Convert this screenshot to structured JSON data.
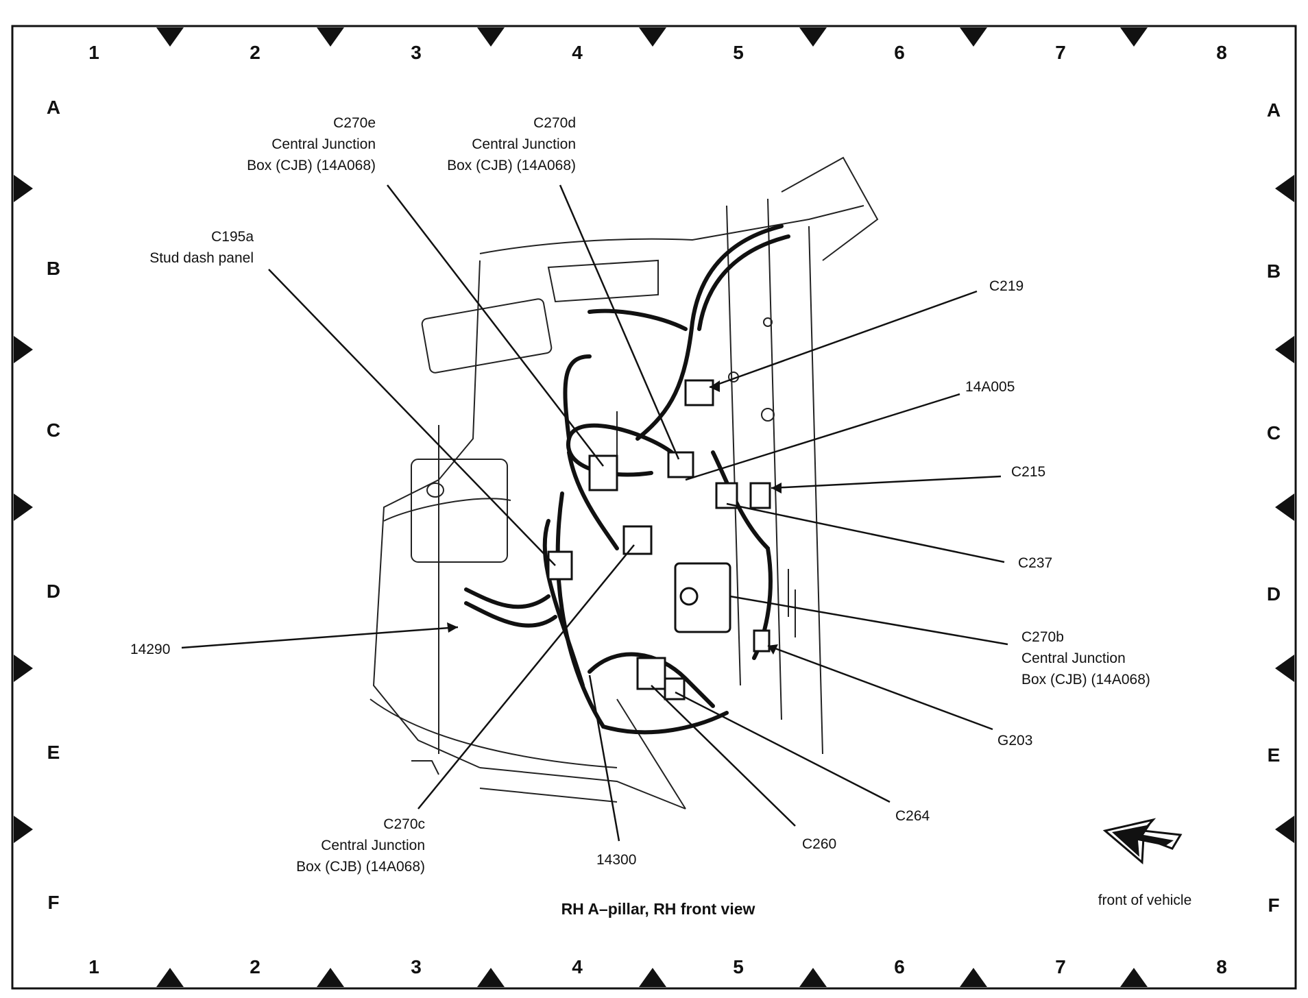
{
  "columns": [
    "1",
    "2",
    "3",
    "4",
    "5",
    "6",
    "7",
    "8"
  ],
  "rows": [
    "A",
    "B",
    "C",
    "D",
    "E",
    "F"
  ],
  "title": "RH A–pillar, RH front view",
  "front_label": "front of vehicle",
  "labels": {
    "c270e": [
      "C270e",
      "Central Junction",
      "Box (CJB) (14A068)"
    ],
    "c270d": [
      "C270d",
      "Central Junction",
      "Box (CJB) (14A068)"
    ],
    "c195a": [
      "C195a",
      "Stud dash panel"
    ],
    "c219": [
      "C219"
    ],
    "a14005": [
      "14A005"
    ],
    "c215": [
      "C215"
    ],
    "c237": [
      "C237"
    ],
    "c270b": [
      "C270b",
      "Central Junction",
      "Box (CJB) (14A068)"
    ],
    "a14290": [
      "14290"
    ],
    "g203": [
      "G203"
    ],
    "c264": [
      "C264"
    ],
    "c260": [
      "C260"
    ],
    "a14300": [
      "14300"
    ],
    "c270c": [
      "C270c",
      "Central Junction",
      "Box (CJB) (14A068)"
    ]
  },
  "colors": {
    "ink": "#111111",
    "paper": "#ffffff"
  }
}
